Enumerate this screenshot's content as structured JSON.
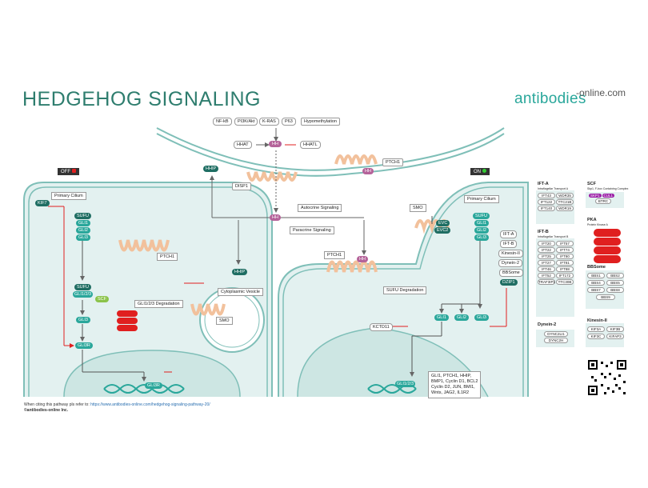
{
  "title": "HEDGEHOG SIGNALING",
  "brand": {
    "main": "antibodies",
    "sub": "-online.com"
  },
  "citation": {
    "prefix": "When citing this pathway pls refer to:",
    "url": "https://www.antibodies-online.com/hedgehog-signaling-pathway-20/",
    "copyright": "©antibodies-online Inc."
  },
  "states": {
    "off": "OFF",
    "on": "ON"
  },
  "top_inputs": [
    "NF-kB",
    "PI3K/Akt",
    "K-RAS",
    "P63",
    "Hypomethylation"
  ],
  "labels": {
    "hhat": "HHAT",
    "hh": "HH",
    "hhatl": "HHATL",
    "hhip": "HHIP",
    "ptch1": "PTCH1",
    "disp1": "DISP1",
    "autocrine": "Autocrine Signaling",
    "paracrine": "Paracrine Signaling",
    "primary_cilium": "Primary Cilium",
    "kif7": "KIF7",
    "sufu": "SUFU",
    "gli1": "GLI1",
    "gli2": "GLI2",
    "gli3": "GLI3",
    "gli123": "GLI1/2/3",
    "gli3r": "GLI3R",
    "sci": "SCF",
    "gli_degradation": "GLI1/2/3 Degradation",
    "cytoplasmic_vesicle": "Cytoplasmic Vesicle",
    "smo": "SMO",
    "evc": "EVC",
    "evc2": "EVC2",
    "ift_a": "IFT-A",
    "ift_b": "IFT-B",
    "kinesin2": "Kinesin-II",
    "dynein2": "Dynein-2",
    "bbsome": "BBSome",
    "gli1_2": "GLI1/2/3",
    "sufu_degradation": "SUFU Degradation",
    "kctd11": "KCTD11",
    "dzip1": "DZIP1",
    "targets": [
      "GLI1, PTCH1, HHIP,",
      "BMP1, Cyclin D1, BCL2",
      "Cyclin D2, JUN, BMI1,",
      "Wnts, JAG2, IL1R2"
    ]
  },
  "legend": {
    "ift_a": {
      "title": "IFT-A",
      "subtitle": "Intraflagellar Transport A",
      "items": [
        "IFT43",
        "WDR35",
        "IFT122",
        "TTC21B",
        "IFT140",
        "WDR19"
      ]
    },
    "ift_b": {
      "title": "IFT-B",
      "subtitle": "Intraflagellar Transport B",
      "items": [
        "IFT20",
        "IFT57",
        "IFT22",
        "IFT74",
        "IFT25",
        "IFT80",
        "IFT27",
        "IFT81",
        "IFT46",
        "IFT88",
        "IFT52",
        "IFT172",
        "TRAF3IP1",
        "TTC30B"
      ]
    },
    "dynein2": {
      "title": "Dynein-2",
      "items": [
        "DYNC2LI1",
        "DYNC2H"
      ]
    },
    "scf": {
      "title": "SCF",
      "subtitle": "Skp1, F-box Containing Complex",
      "items": [
        "SKP1",
        "CUL1",
        "BTRC"
      ]
    },
    "pka": {
      "title": "PKA",
      "subtitle": "Protein Kinase A"
    },
    "bbsome": {
      "title": "BBSome",
      "items": [
        "BBS1",
        "BBS2",
        "BBS4",
        "BBS5",
        "BBS7",
        "BBS8",
        "BBS9"
      ]
    },
    "kinesin2": {
      "title": "Kinesin-II",
      "items": [
        "KIF3A",
        "KIF3B",
        "KIF3C",
        "KIFAP3"
      ]
    }
  },
  "colors": {
    "teal": "#2aa79b",
    "dark_teal": "#1f6e63",
    "cell_fill": "#e3f1f0",
    "cell_stroke": "#7fbfb8",
    "mauve": "#b5639a",
    "receptor": "#f2c19c",
    "red": "#e01f1f",
    "purple": "#9b1fa6",
    "title": "#2e7d6e"
  }
}
